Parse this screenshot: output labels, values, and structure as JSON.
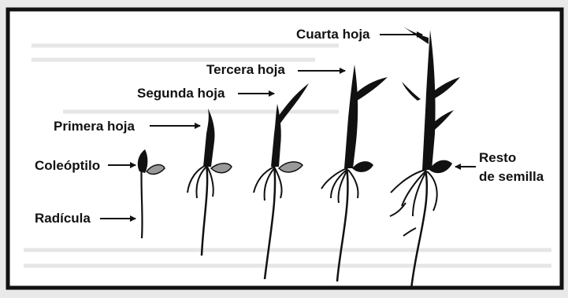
{
  "labels": {
    "coleoptilo": "Coleóptilo",
    "radicula": "Radícula",
    "primera_hoja": "Primera hoja",
    "segunda_hoja": "Segunda hoja",
    "tercera_hoja": "Tercera hoja",
    "cuarta_hoja": "Cuarta hoja",
    "resto_line1": "Resto",
    "resto_line2": "de semilla"
  },
  "stages": [
    "coleoptile-stage",
    "first-leaf-stage",
    "second-leaf-stage",
    "third-leaf-stage",
    "fourth-leaf-stage"
  ]
}
